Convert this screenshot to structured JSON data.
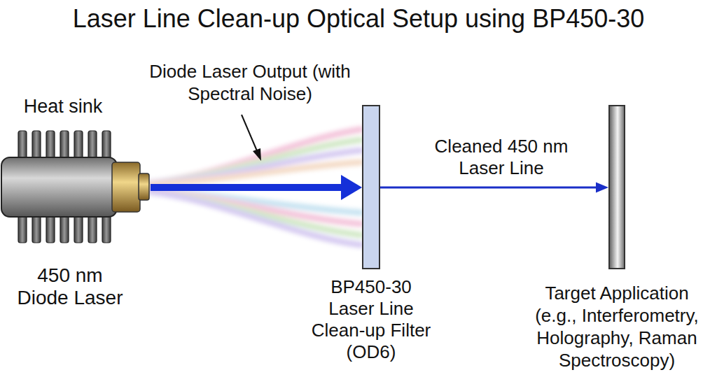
{
  "diagram": {
    "title": "Laser Line Clean-up Optical Setup using BP450-30",
    "nodes": [
      {
        "text": [
          "450 nm Diode Laser"
        ]
      },
      {
        "text": [
          "BP450-30 Laser Line Clean-up Filter (OD6)"
        ]
      },
      {
        "text": [
          "Target Application (e.g., Interferometry, Holography, Raman Spectroscopy)"
        ]
      }
    ],
    "edges": [
      {
        "from": 0,
        "to": 1,
        "arrow": "to"
      },
      {
        "from": 1,
        "to": 2,
        "label": "Cleaned 450 nm Laser Line",
        "arrow": "to"
      }
    ],
    "labels": [
      "Heat sink",
      "Diode Laser Output (with Spectral Noise)"
    ]
  }
}
